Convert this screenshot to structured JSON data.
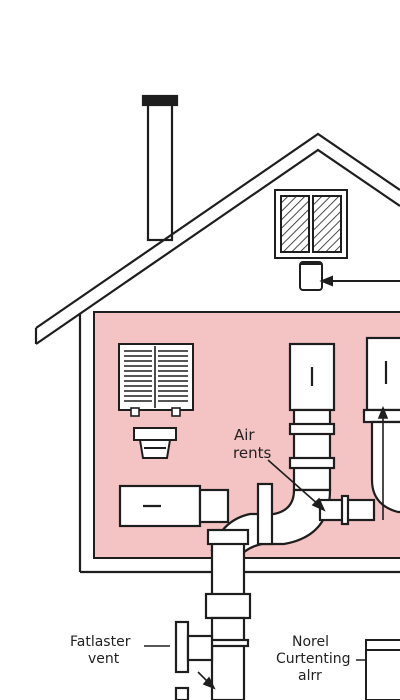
{
  "labels": {
    "air_vents_line1": "Air",
    "air_vents_line2": "rents",
    "exhaust_vent_line1": "Fatlaster",
    "exhaust_vent_line2": "vent",
    "return_air_line1": "Norel",
    "return_air_line2": "Curtenting",
    "return_air_line3": "alrr"
  },
  "colors": {
    "outline": "#1e1e1e",
    "interior_fill": "#f4c3c3",
    "pipe_fill": "#ffffff",
    "background": "#ffffff"
  }
}
